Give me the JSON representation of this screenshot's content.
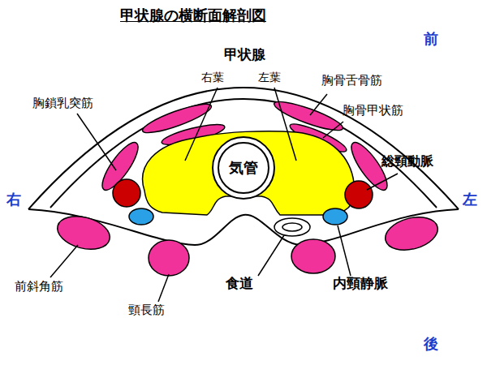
{
  "diagram": {
    "title": "甲状腺の横断面解剖図",
    "nodes": [
      {
        "text": [
          "気管"
        ]
      }
    ],
    "labels": [
      "前",
      "甲状腺",
      "右葉",
      "左葉",
      "胸骨舌骨筋",
      "胸鎖乳突筋",
      "胸骨甲状筋",
      "右",
      "総頸動脈",
      "左",
      "食道",
      "内頸静脈",
      "前斜角筋",
      "頸長筋",
      "後"
    ]
  }
}
